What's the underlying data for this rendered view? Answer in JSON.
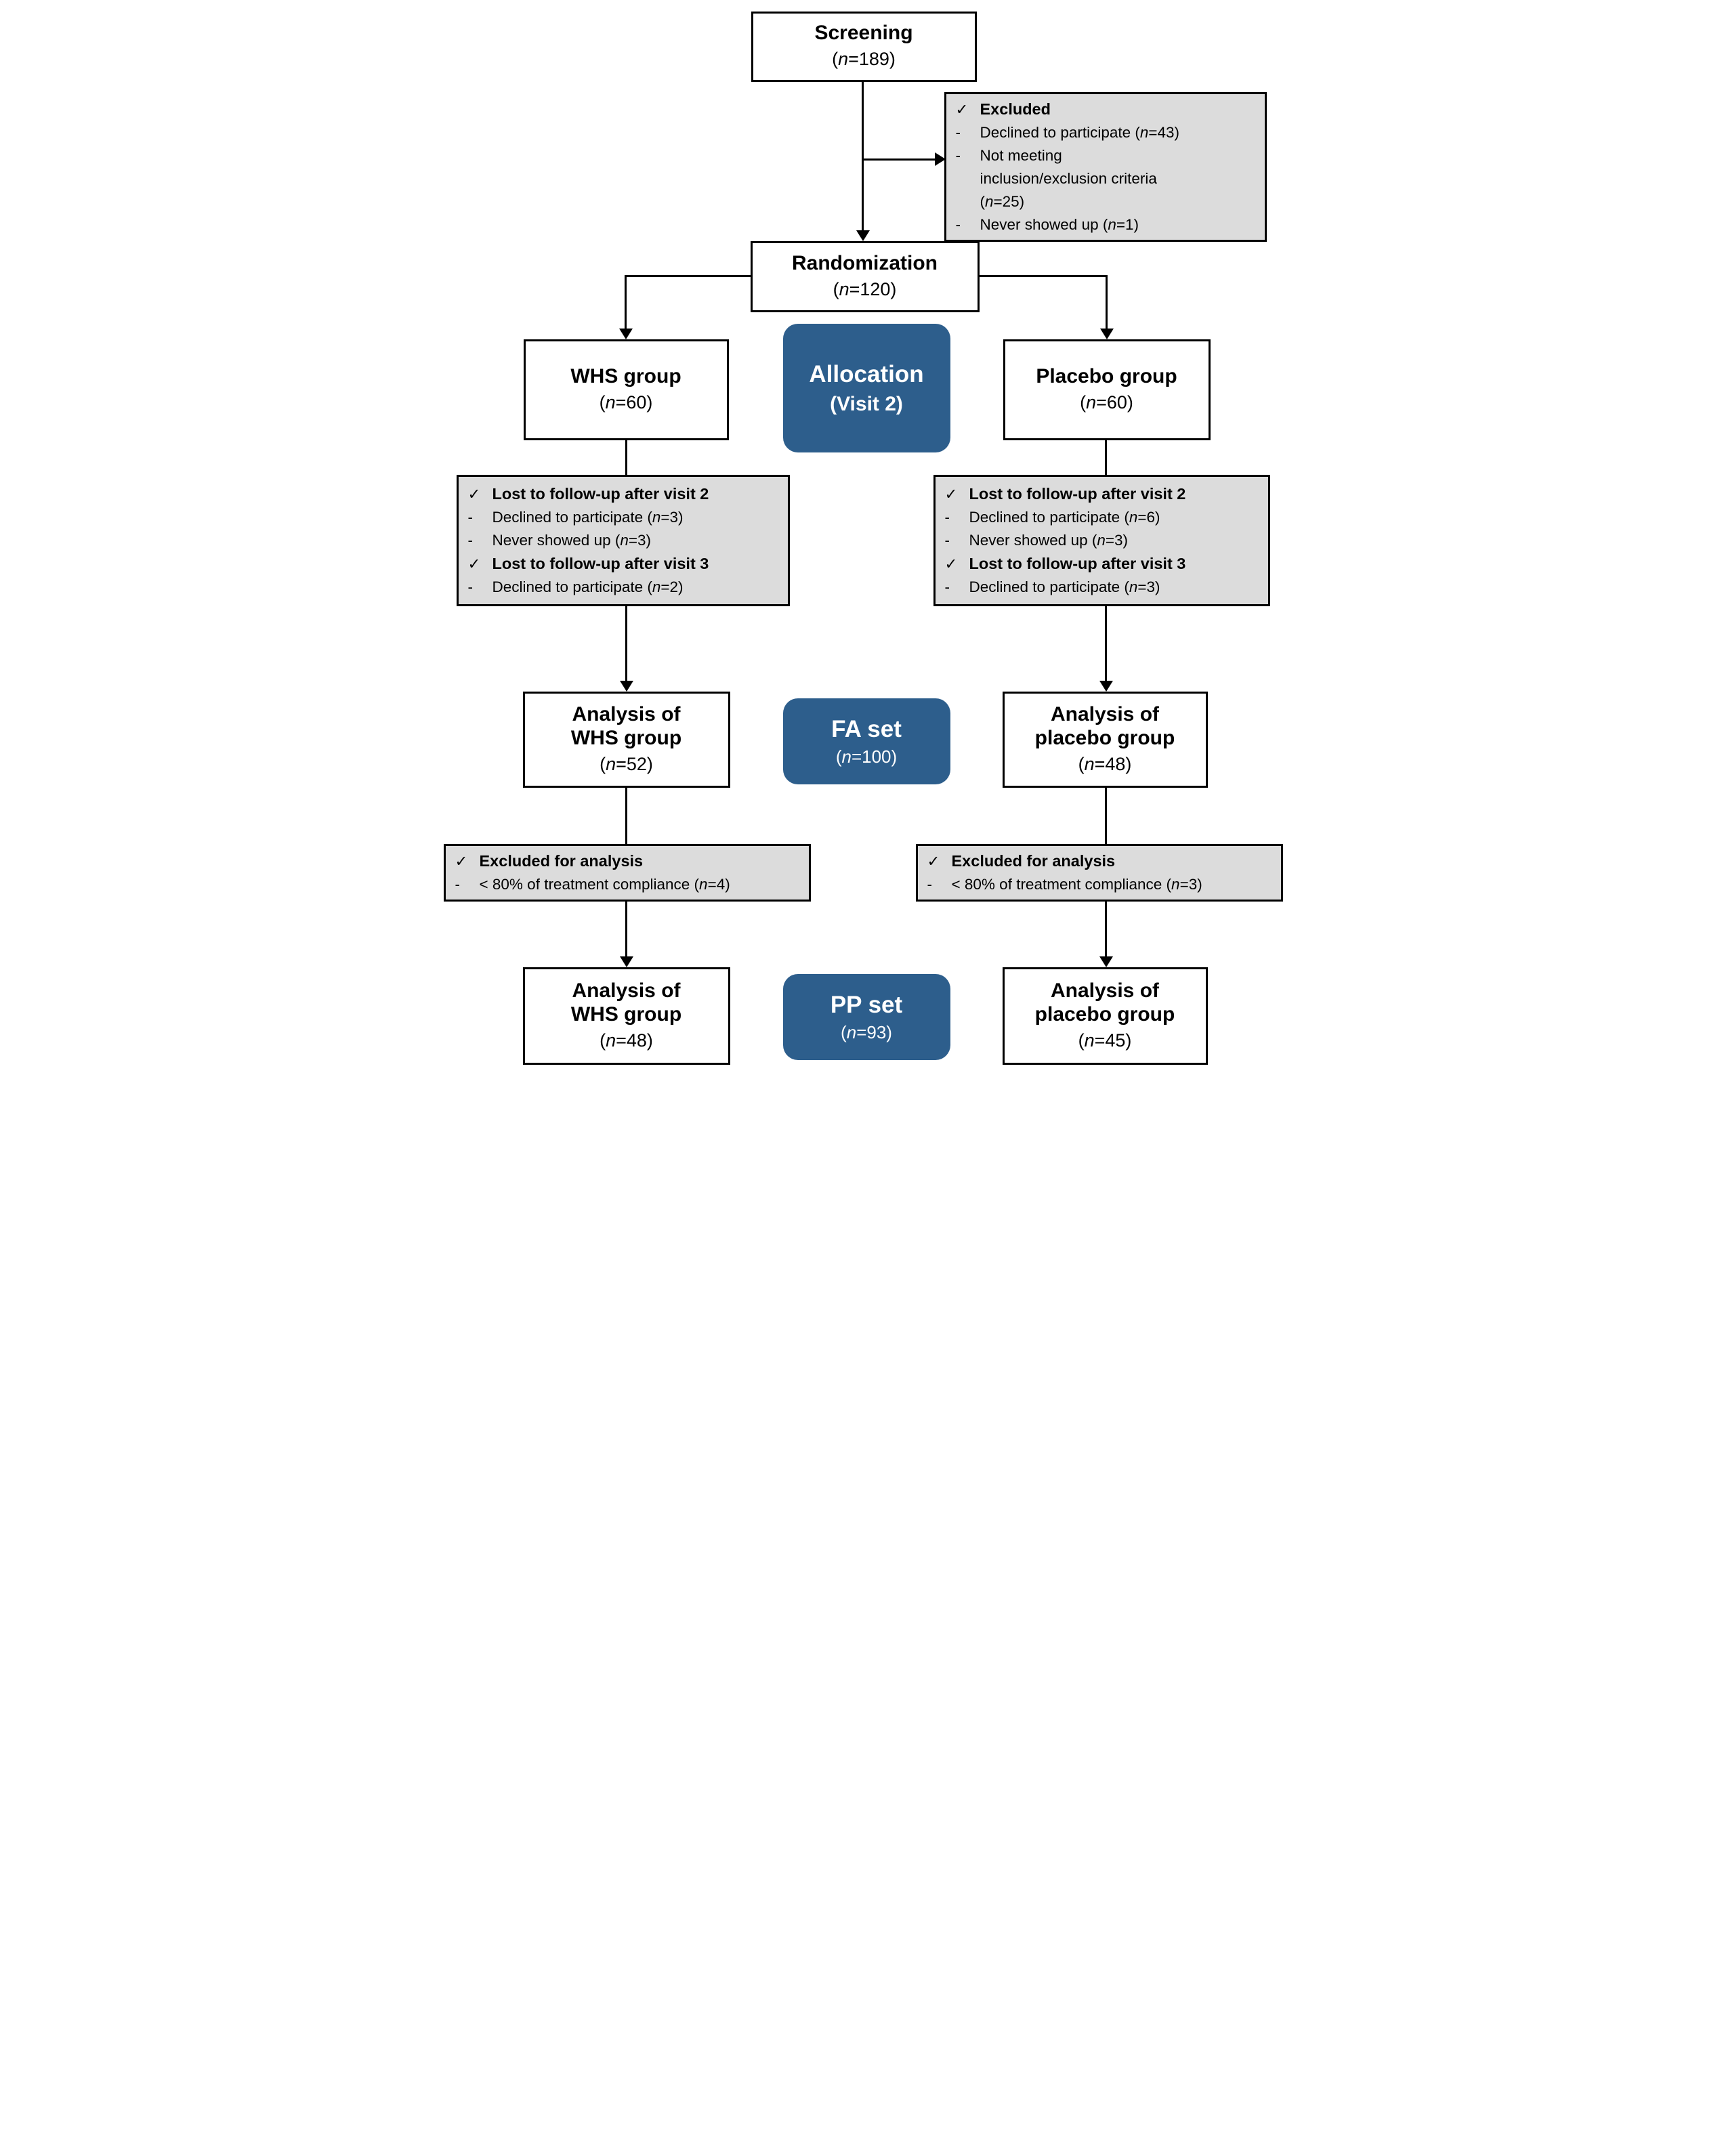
{
  "palette": {
    "accent_blue": "#2d5e8c",
    "gray_fill": "#dcdcdc",
    "line_color": "#000000",
    "background": "#ffffff"
  },
  "nodes": {
    "screening": {
      "title": "Screening",
      "n": "(n=189)"
    },
    "randomization": {
      "title": "Randomization",
      "n": "(n=120)"
    },
    "whs_group": {
      "title": "WHS group",
      "n": "(n=60)"
    },
    "placebo_group": {
      "title": "Placebo group",
      "n": "(n=60)"
    },
    "analysis_whs_fa": {
      "title": "Analysis of\nWHS group",
      "n": "(n=52)"
    },
    "analysis_placebo_fa": {
      "title": "Analysis of\nplacebo group",
      "n": "(n=48)"
    },
    "analysis_whs_pp": {
      "title": "Analysis of\nWHS group",
      "n": "(n=48)"
    },
    "analysis_placebo_pp": {
      "title": "Analysis of\nplacebo group",
      "n": "(n=45)"
    }
  },
  "labels": {
    "allocation": {
      "title": "Allocation",
      "subtitle": "(Visit 2)"
    },
    "fa_set": {
      "title": "FA set",
      "subtitle": "(n=100)"
    },
    "pp_set": {
      "title": "PP set",
      "subtitle": "(n=93)"
    }
  },
  "rows": {
    "excluded": [
      {
        "bullet": "check",
        "bold": true,
        "text": "Excluded"
      },
      {
        "bullet": "dash",
        "bold": false,
        "text": "Declined to participate (n=43)"
      },
      {
        "bullet": "dash",
        "bold": false,
        "text": "Not meeting\ninclusion/exclusion criteria\n(n=25)"
      },
      {
        "bullet": "dash",
        "bold": false,
        "text": "Never showed up (n=1)"
      }
    ],
    "lost_whs": [
      {
        "bullet": "check",
        "bold": true,
        "text": "Lost to follow-up after visit 2"
      },
      {
        "bullet": "dash",
        "bold": false,
        "text": "Declined to participate (n=3)"
      },
      {
        "bullet": "dash",
        "bold": false,
        "text": "Never showed up (n=3)"
      },
      {
        "bullet": "check",
        "bold": true,
        "text": "Lost to follow-up after visit 3"
      },
      {
        "bullet": "dash",
        "bold": false,
        "text": "Declined to participate (n=2)"
      }
    ],
    "lost_placebo": [
      {
        "bullet": "check",
        "bold": true,
        "text": "Lost to follow-up after visit 2"
      },
      {
        "bullet": "dash",
        "bold": false,
        "text": "Declined to participate (n=6)"
      },
      {
        "bullet": "dash",
        "bold": false,
        "text": "Never showed up (n=3)"
      },
      {
        "bullet": "check",
        "bold": true,
        "text": "Lost to follow-up after visit 3"
      },
      {
        "bullet": "dash",
        "bold": false,
        "text": "Declined to participate (n=3)"
      }
    ],
    "excluded_analysis_whs": [
      {
        "bullet": "check",
        "bold": true,
        "text": "Excluded for analysis"
      },
      {
        "bullet": "dash",
        "bold": false,
        "text": "< 80% of treatment compliance (n=4)"
      }
    ],
    "excluded_analysis_placebo": [
      {
        "bullet": "check",
        "bold": true,
        "text": "Excluded for analysis"
      },
      {
        "bullet": "dash",
        "bold": false,
        "text": "< 80% of treatment compliance (n=3)"
      }
    ]
  }
}
